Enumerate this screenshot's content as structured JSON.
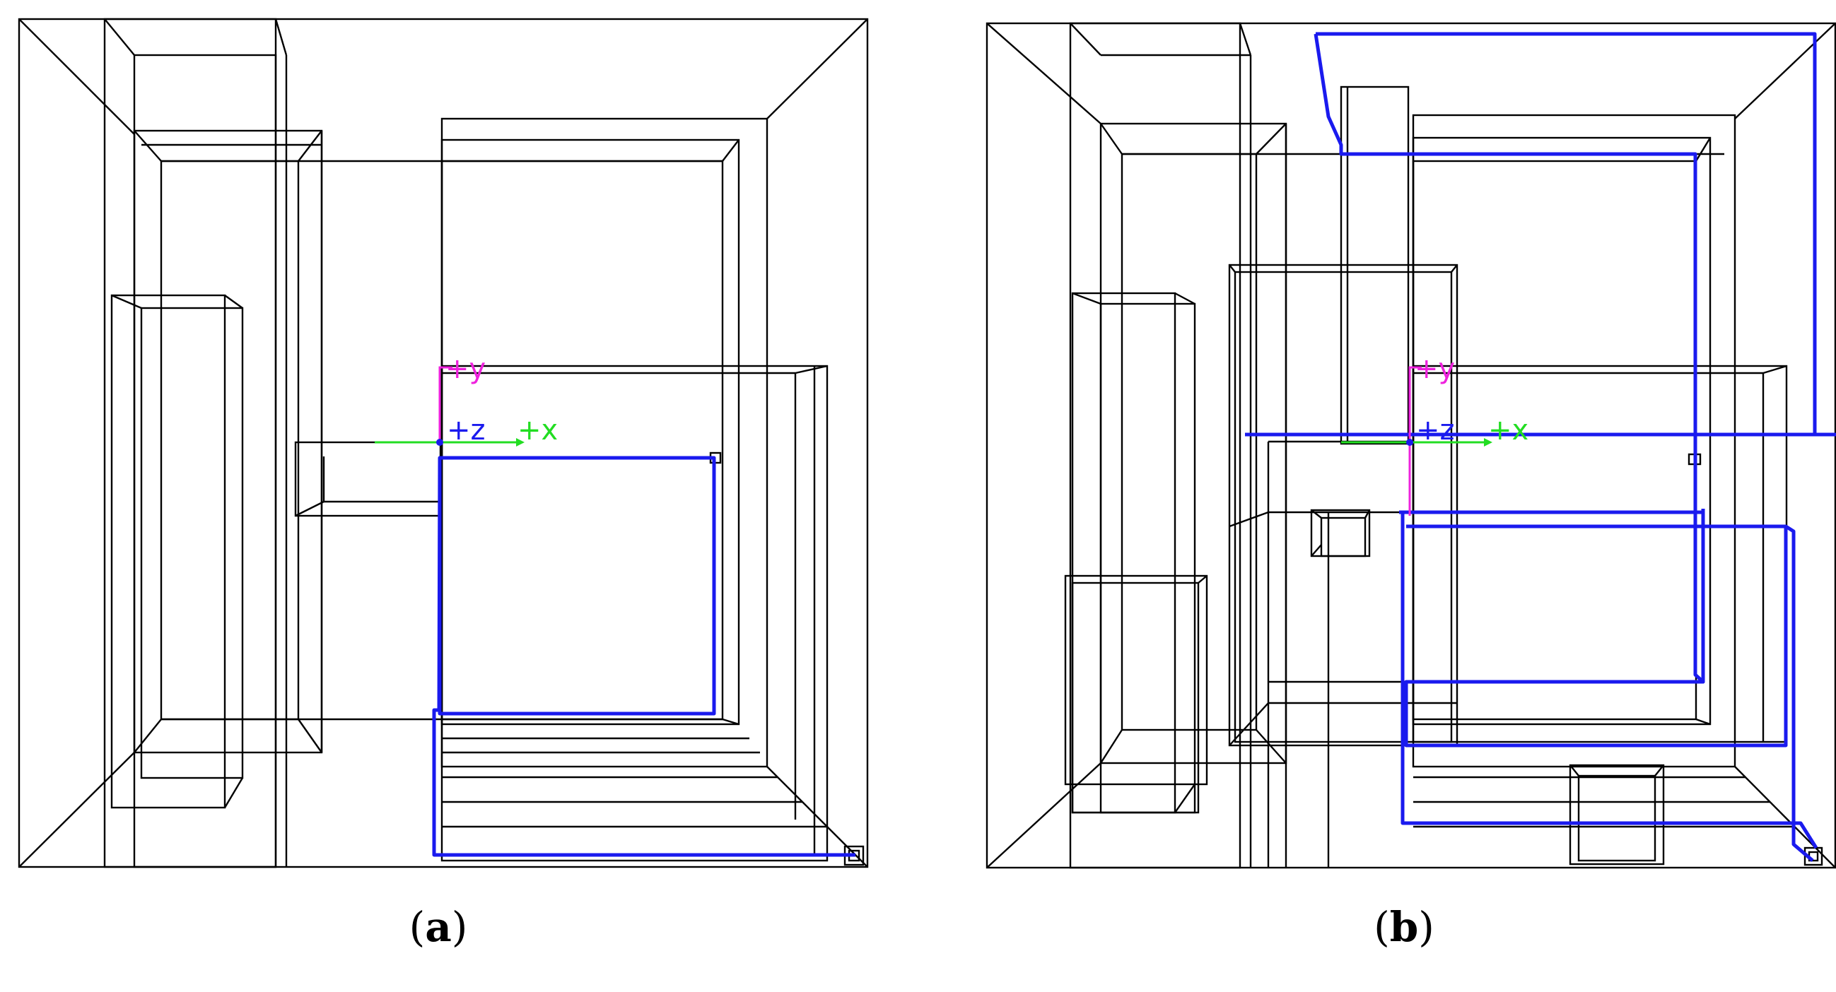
{
  "panels": [
    {
      "id": "a",
      "caption_open": "(",
      "caption_letter": "a",
      "caption_close": ")",
      "axis_labels": {
        "y": "+y",
        "z": "+z",
        "x": "+x"
      }
    },
    {
      "id": "b",
      "caption_open": "(",
      "caption_letter": "b",
      "caption_close": ")",
      "axis_labels": {
        "y": "+y",
        "z": "+z",
        "x": "+x"
      }
    }
  ],
  "colors": {
    "wireframe": "#000000",
    "route": "#1a1aee",
    "axis_y": "#ee22dd",
    "axis_x": "#22dd22",
    "axis_z": "#1a1aee"
  }
}
